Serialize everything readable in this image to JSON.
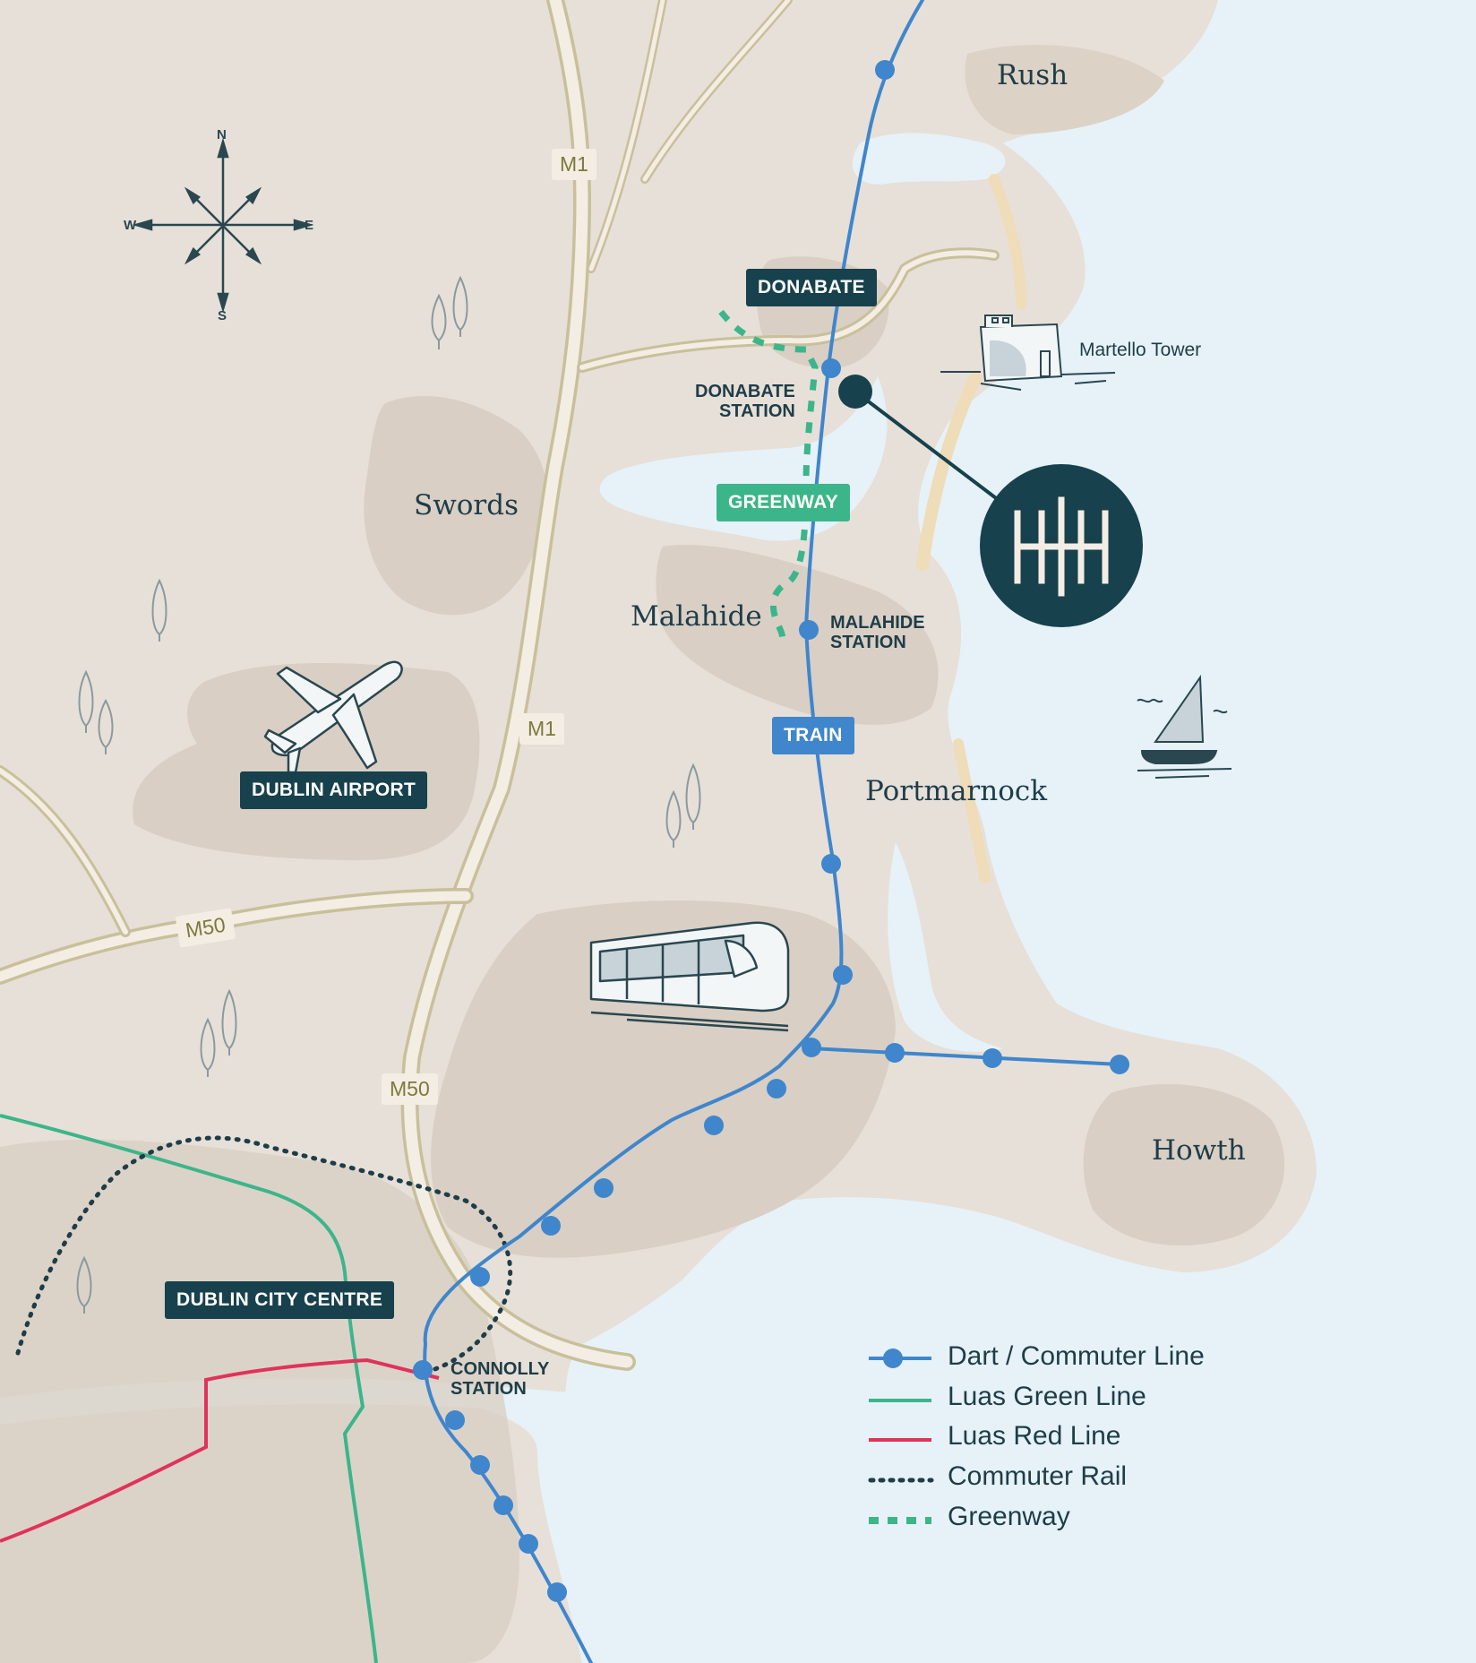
{
  "places": {
    "rush": "Rush",
    "swords": "Swords",
    "malahide": "Malahide",
    "portmarnock": "Portmarnock",
    "howth": "Howth"
  },
  "badges": {
    "donabate": "DONABATE",
    "greenway": "GREENWAY",
    "train": "TRAIN",
    "dublin_airport": "DUBLIN AIRPORT",
    "dublin_city_centre": "DUBLIN CITY CENTRE"
  },
  "stations": {
    "donabate_station": "DONABATE\nSTATION",
    "malahide_station": "MALAHIDE\nSTATION",
    "connolly_station": "CONNOLLY\nSTATION"
  },
  "roads": {
    "m1_north": "M1",
    "m1_south": "M1",
    "m50_west": "M50",
    "m50_east": "M50"
  },
  "landmarks": {
    "martello_tower": "Martello Tower"
  },
  "logo": {
    "name": "hh-logo-icon"
  },
  "compass": {
    "n": "N",
    "e": "E",
    "s": "S",
    "w": "W"
  },
  "legend": {
    "items": [
      {
        "label": "Dart / Commuter Line",
        "color": "#3f86cc",
        "style": "line-with-dot"
      },
      {
        "label": "Luas Green Line",
        "color": "#3cb58a",
        "style": "solid"
      },
      {
        "label": "Luas Red Line",
        "color": "#e0325a",
        "style": "solid"
      },
      {
        "label": "Commuter Rail",
        "color": "#1e3d48",
        "style": "dotted"
      },
      {
        "label": "Greenway",
        "color": "#3cb58a",
        "style": "dashed"
      }
    ]
  },
  "colors": {
    "sea": "#e6f2f8",
    "land": "#e7e0d8",
    "urban": "#d9cfc4",
    "road": "#f3ede4",
    "road_edge": "#c8c09a",
    "dart": "#3f86cc",
    "luas_green": "#3cb58a",
    "luas_red": "#e0325a",
    "dark": "#17414c",
    "beach": "#efdcb8"
  }
}
